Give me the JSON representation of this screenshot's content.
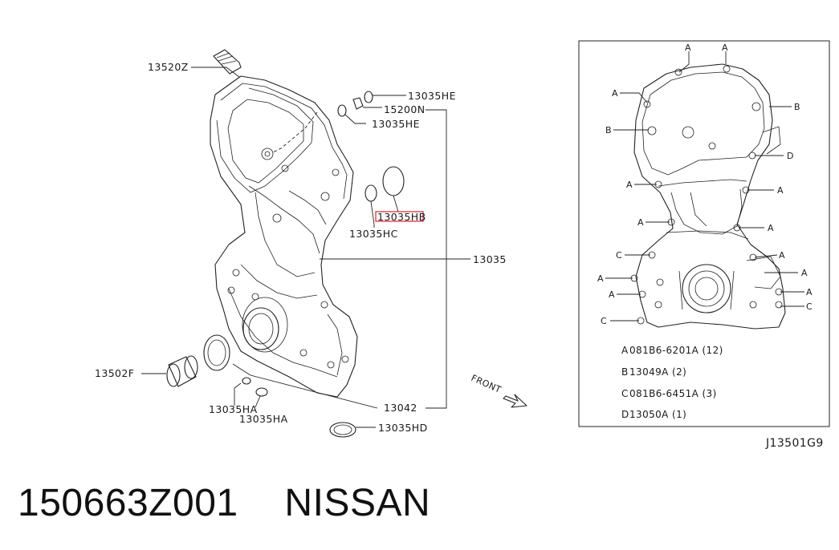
{
  "parts": {
    "p13520Z": "13520Z",
    "p13035HE_top": "13035HE",
    "p15200N": "15200N",
    "p13035HE_mid": "13035HE",
    "p13035HB": "13035HB",
    "p13035HC": "13035HC",
    "p13035": "13035",
    "p13502F": "13502F",
    "p13035HA_a": "13035HA",
    "p13035HA_b": "13035HA",
    "p13042": "13042",
    "p13035HD": "13035HD"
  },
  "front_label": "FRONT",
  "detail": {
    "callouts": [
      "A",
      "B",
      "C",
      "D"
    ],
    "legend": [
      {
        "key": "A",
        "text": "081B6-6201A (12)"
      },
      {
        "key": "B",
        "text": "13049A (2)"
      },
      {
        "key": "C",
        "text": "081B6-6451A (3)"
      },
      {
        "key": "D",
        "text": "13050A (1)"
      }
    ]
  },
  "diagram_code": "J13501G9",
  "footer": {
    "part_number": "150663Z001",
    "brand": "NISSAN"
  },
  "colors": {
    "highlight": "#e0202a",
    "ink": "#1a1a1a"
  }
}
